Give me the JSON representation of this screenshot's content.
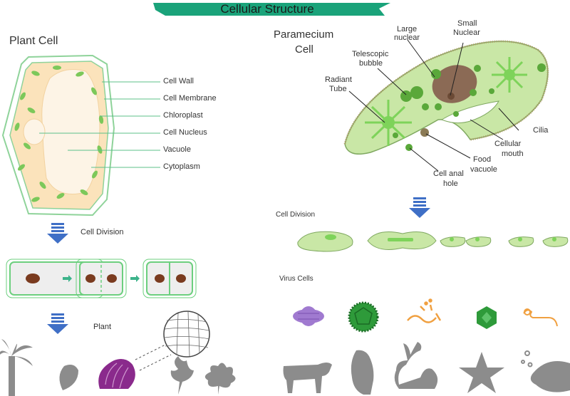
{
  "title": "Cellular Structure",
  "plant": {
    "heading": "Plant Cell",
    "labels": [
      "Cell Wall",
      "Cell Membrane",
      "Chloroplast",
      "Cell Nucleus",
      "Vacuole",
      "Cytoplasm"
    ],
    "division_label": "Cell Division",
    "plant_label": "Plant"
  },
  "paramecium": {
    "heading_line1": "Paramecium",
    "heading_line2": "Cell",
    "labels": {
      "large_nuclear_1": "Large",
      "large_nuclear_2": "nuclear",
      "small_nuclear_1": "Small",
      "small_nuclear_2": "Nuclear",
      "telescopic_1": "Telescopic",
      "telescopic_2": "bubble",
      "radiant_1": "Radiant",
      "radiant_2": "Tube",
      "cilia": "Cilia",
      "mouth_1": "Cellular",
      "mouth_2": "mouth",
      "food_1": "Food",
      "food_2": "vacuole",
      "anal_1": "Cell anal",
      "anal_2": "hole"
    },
    "division_label": "Cell Division",
    "virus_label": "Virus Cells"
  },
  "colors": {
    "banner": "#1aa37a",
    "cell_wall": "#8fd39a",
    "cytoplasm": "#fbe3bb",
    "vacuole": "#fdf4e6",
    "chloroplast": "#7cc85a",
    "nucleus": "#7a3b1f",
    "paramecium": "#c9e7a6",
    "arrow": "#3f6fc6",
    "silhouette": "#8c8c8c",
    "onion": "#8a2a8c",
    "virus_purple": "#a07ad0",
    "virus_green": "#2e9a3a",
    "virus_orange": "#f0a040"
  }
}
